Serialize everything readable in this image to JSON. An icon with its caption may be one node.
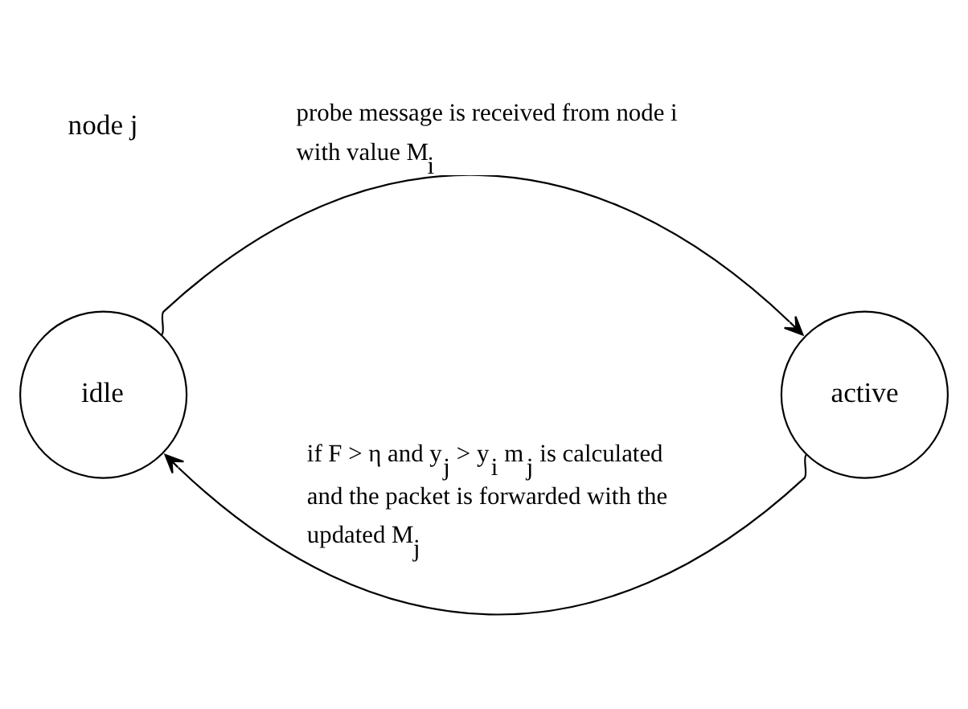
{
  "diagram": {
    "nodes": [
      {
        "text": [
          "idle"
        ]
      },
      {
        "text": [
          "active"
        ]
      }
    ],
    "edges": [
      {
        "from": 0,
        "to": 1,
        "arrow": "to",
        "label": "probe message is received from node i with value M$_{i}$"
      },
      {
        "from": 1,
        "to": 0,
        "arrow": "to",
        "label": "if F > η and y$_{j}$ > y$_{i}$ m$_{j}$ is calculated and the packet is forwarded with the updated M$_{j}$"
      }
    ],
    "labels": [
      "node j"
    ]
  }
}
